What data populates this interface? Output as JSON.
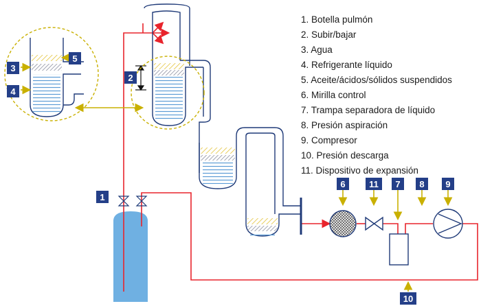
{
  "legend": [
    {
      "num": "1",
      "text": "Botella pulmón"
    },
    {
      "num": "2",
      "text": "Subir/bajar"
    },
    {
      "num": "3",
      "text": "Agua"
    },
    {
      "num": "4",
      "text": "Refrigerante líquido"
    },
    {
      "num": "5",
      "text": "Aceite/ácidos/sólidos suspendidos"
    },
    {
      "num": "6",
      "text": "Mirilla control"
    },
    {
      "num": "7",
      "text": "Trampa separadora de líquido"
    },
    {
      "num": "8",
      "text": "Presión aspiración"
    },
    {
      "num": "9",
      "text": "Compresor"
    },
    {
      "num": "10",
      "text": "Presión descarga"
    },
    {
      "num": "11",
      "text": "Dispositivo de expansión"
    }
  ],
  "callouts": {
    "c1": "1",
    "c2": "2",
    "c3": "3",
    "c4": "4",
    "c5": "5",
    "c6": "6",
    "c7": "7",
    "c8": "8",
    "c9": "9",
    "c10": "10",
    "c11": "11"
  },
  "colors": {
    "pipe": "#e8242c",
    "vessel": "#1f3a78",
    "badge": "#243f88",
    "arrow": "#c9b000",
    "water": "#5b9bd5",
    "oil": "#e8cf55",
    "cylinder": "#6fb0e2"
  }
}
